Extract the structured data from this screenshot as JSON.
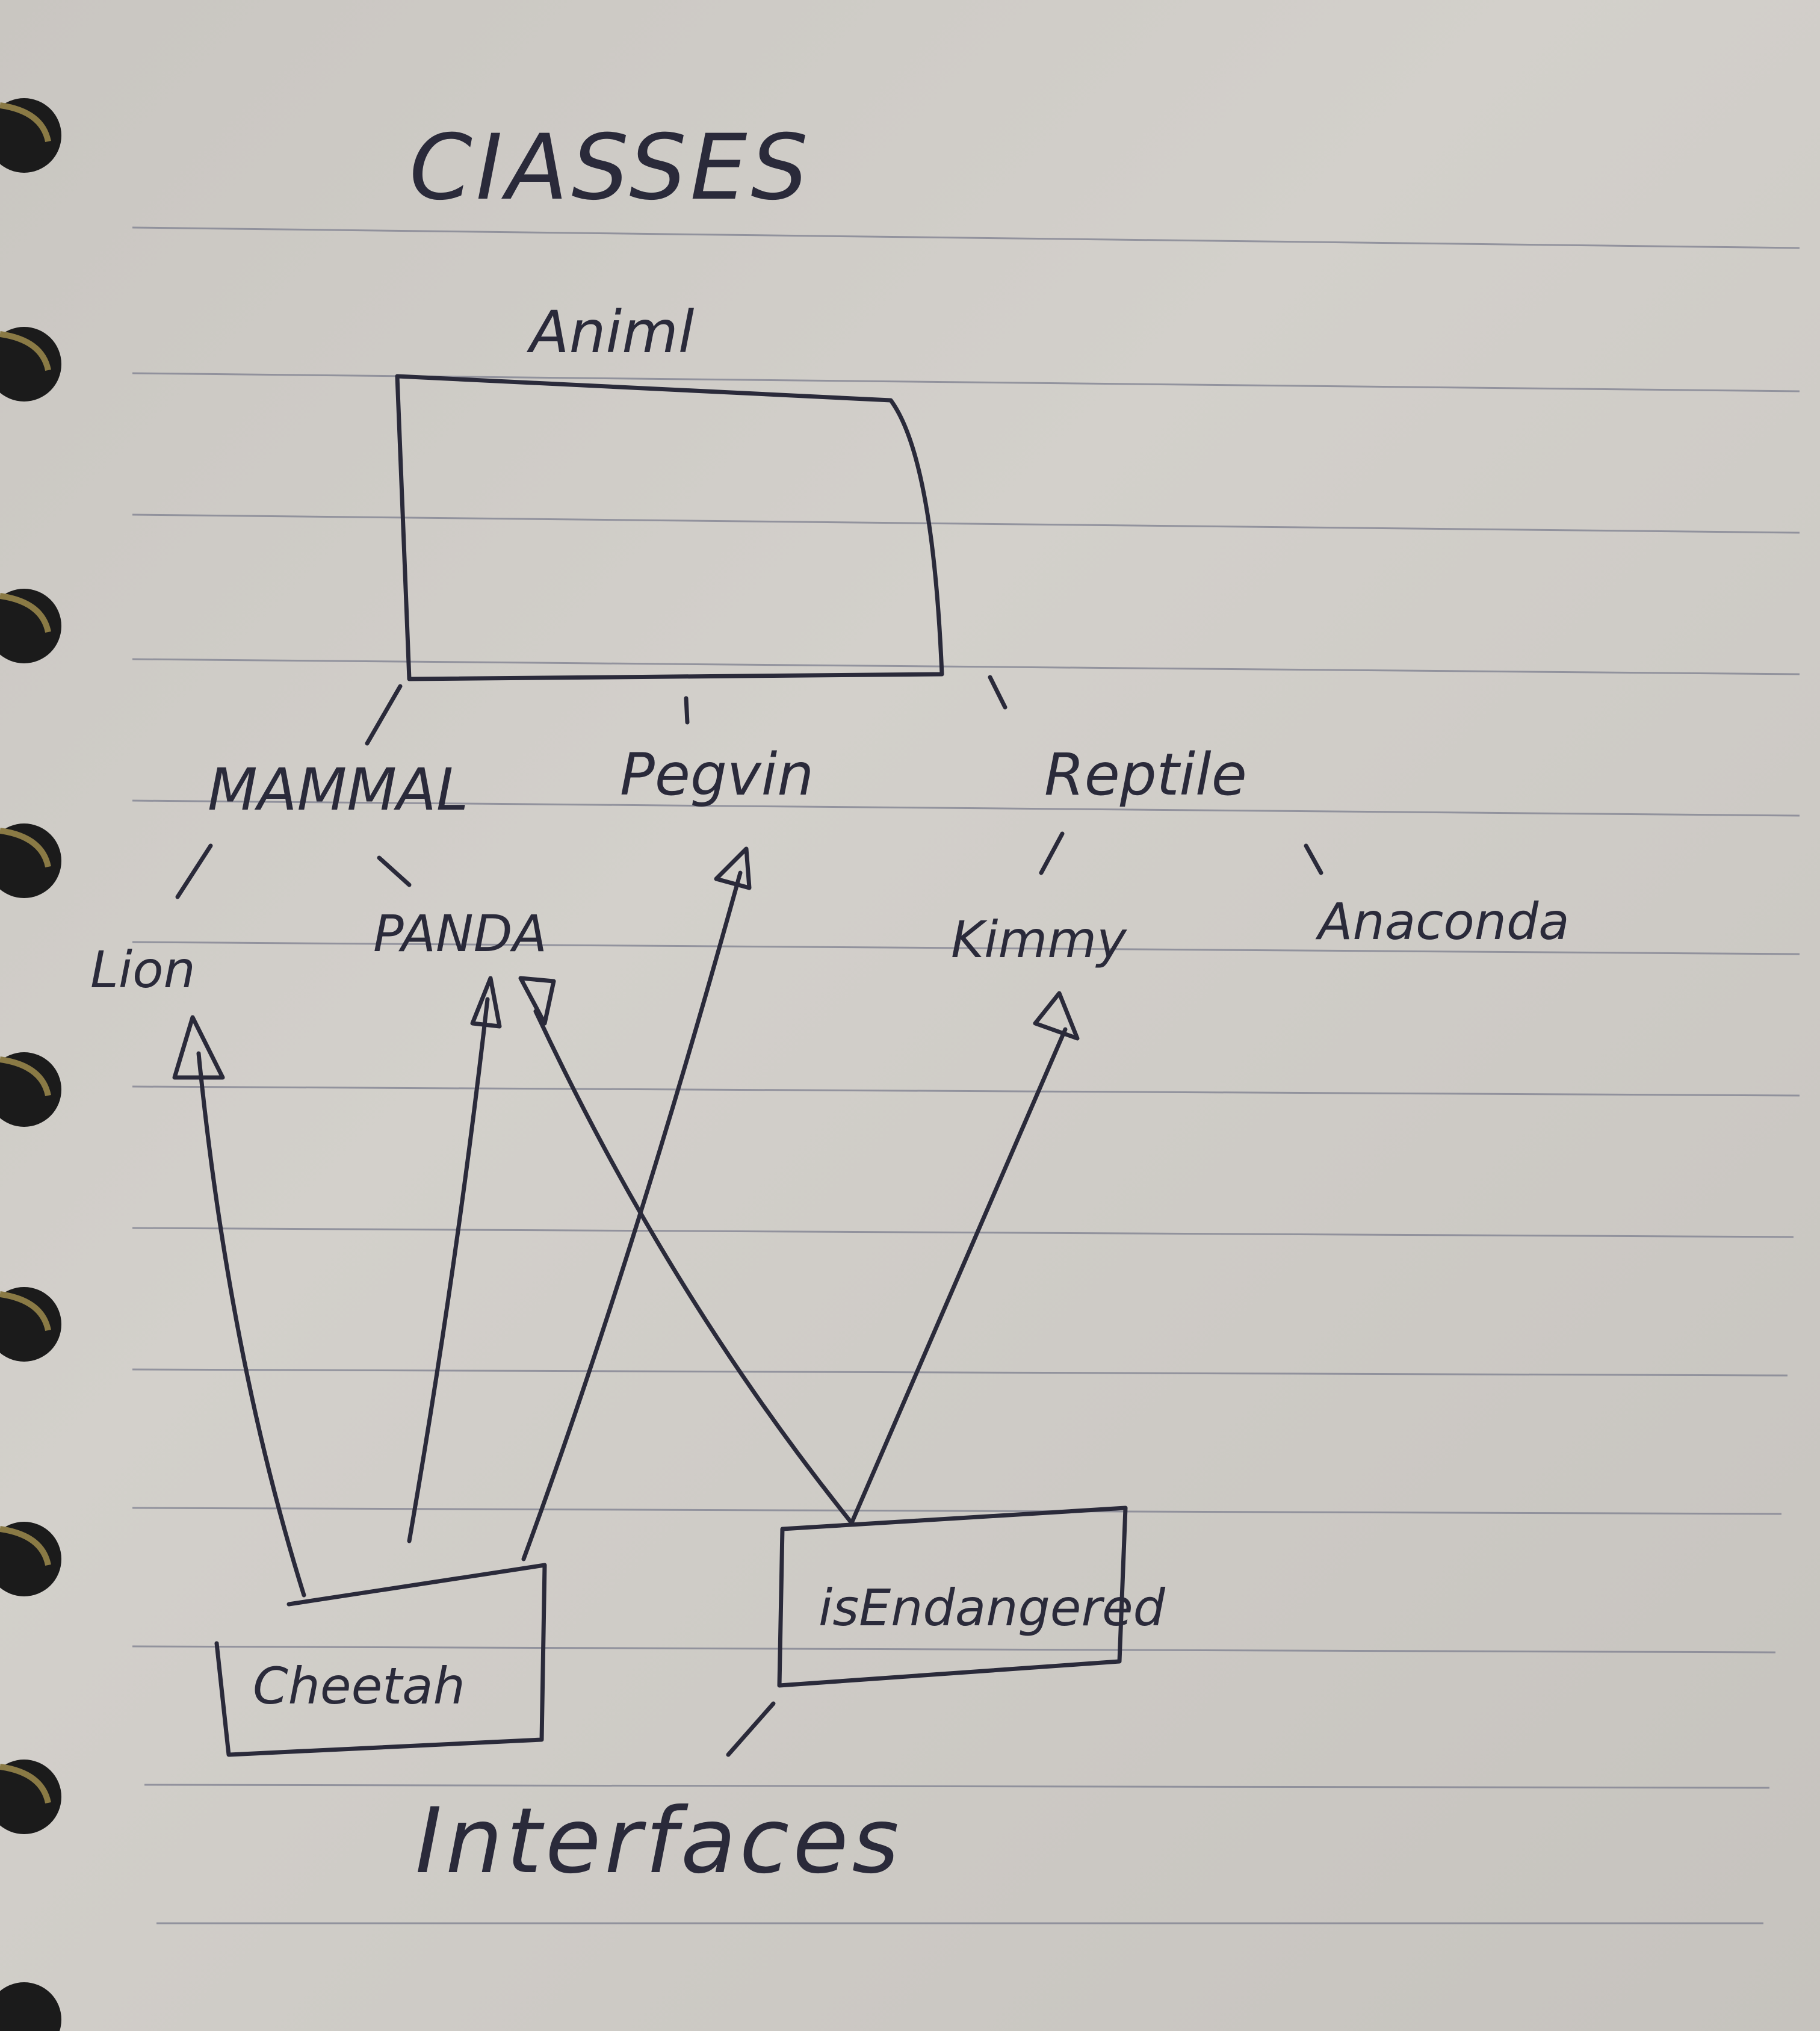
{
  "title": "CIASSES",
  "root": {
    "label": "Animl"
  },
  "branches": [
    {
      "label": "MAMMAL"
    },
    {
      "label": "Pegvin"
    },
    {
      "label": "Reptile"
    }
  ],
  "leaves": [
    {
      "label": "Lion"
    },
    {
      "label": "PANDA"
    },
    {
      "label": "Kimmy"
    },
    {
      "label": "Anaconda"
    }
  ],
  "interfaces": [
    {
      "label": "Cheetah"
    },
    {
      "label": "isEndangered"
    }
  ],
  "footer_label": "Interfaces"
}
